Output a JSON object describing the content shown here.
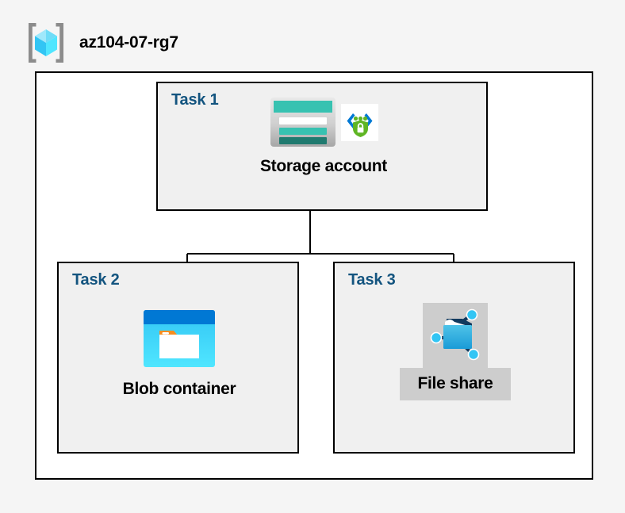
{
  "header": {
    "icon": "resource-group-icon",
    "title": "az104-07-rg7"
  },
  "diagram": {
    "type": "azure-architecture-diagram",
    "container_name": "az104-07-rg7",
    "colors": {
      "page_background": "#f5f5f5",
      "container_background": "#ffffff",
      "container_border": "#000000",
      "task_box_background": "#f0f0f0",
      "task_box_border": "#000000",
      "task_label": "#13547f",
      "caption": "#000000",
      "connector": "#000000",
      "selection_highlight": "#cdcdcd",
      "azure_blue": "#0078d4",
      "azure_cyan": "#50e6ff",
      "storage_teal": "#37c2b1",
      "storage_teal_dark": "#1f7a6f",
      "shield_green": "#5fb523",
      "folder_orange": "#f78d1e"
    },
    "tasks": [
      {
        "label": "Task 1",
        "node": {
          "caption": "Storage account",
          "icons": [
            "storage-account-icon",
            "storage-encryption-icon"
          ],
          "highlighted": false
        }
      },
      {
        "label": "Task 2",
        "node": {
          "caption": "Blob container",
          "icons": [
            "blob-container-icon"
          ],
          "highlighted": false
        }
      },
      {
        "label": "Task 3",
        "node": {
          "caption": "File share",
          "icons": [
            "file-share-icon"
          ],
          "highlighted": true
        }
      }
    ],
    "connections": [
      {
        "from": "Storage account",
        "to": "Blob container"
      },
      {
        "from": "Storage account",
        "to": "File share"
      }
    ]
  }
}
